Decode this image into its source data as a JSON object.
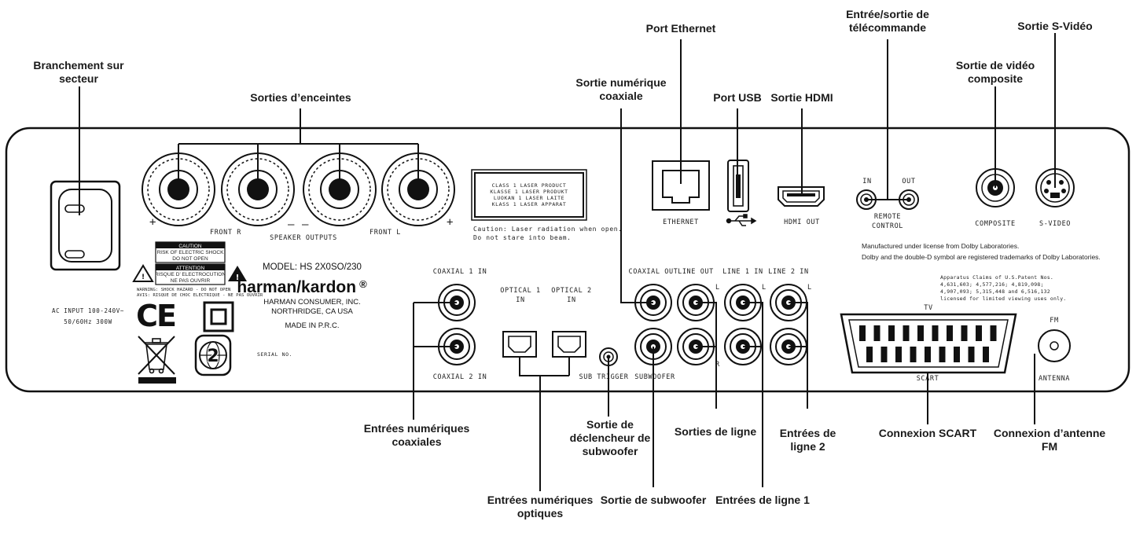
{
  "callouts": {
    "mains": [
      "Branchement sur",
      "secteur"
    ],
    "speakers": "Sorties d’enceintes",
    "coax_out": [
      "Sortie numérique",
      "coaxiale"
    ],
    "ethernet": "Port Ethernet",
    "usb": "Port USB",
    "hdmi": "Sortie HDMI",
    "remote": [
      "Entrée/sortie de",
      "télécommande"
    ],
    "composite": [
      "Sortie de vidéo",
      "composite"
    ],
    "svideo": "Sortie S-Vidéo",
    "coax_in": [
      "Entrées numériques",
      "coaxiales"
    ],
    "optical": [
      "Entrées numériques",
      "optiques"
    ],
    "sub_trigger": [
      "Sortie de",
      "déclencheur de",
      "subwoofer"
    ],
    "subwoofer": "Sortie de subwoofer",
    "line_out": "Sorties de ligne",
    "line1": "Entrées de ligne 1",
    "line2": [
      "Entrées de",
      "ligne 2"
    ],
    "scart": "Connexion SCART",
    "fm": [
      "Connexion d’antenne",
      "FM"
    ]
  },
  "panel": {
    "front_r": "FRONT R",
    "front_l": "FRONT L",
    "speaker_outputs": "SPEAKER OUTPUTS",
    "plus": "+",
    "minus": "–",
    "laser": [
      "CLASS 1 LASER PRODUCT",
      "KLASSE 1 LASER PRODUKT",
      "LUOKAN 1 LASER LAITE",
      "KLASS 1 LASER APPARAT"
    ],
    "caution": [
      "Caution: Laser radiation when open.",
      "Do not stare into beam."
    ],
    "ethernet": "ETHERNET",
    "hdmi_out": "HDMI OUT",
    "remote_in": "IN",
    "remote_out": "OUT",
    "remote_control": [
      "REMOTE",
      "CONTROL"
    ],
    "composite": "COMPOSITE",
    "svideo": "S-VIDEO",
    "dolby": [
      "Manufactured under license from Dolby Laboratories.",
      "Dolby and the double-D symbol are registered trademarks of Dolby Laboratories."
    ],
    "patents": [
      "Apparatus Claims of U.S.Patent Nos.",
      "4,631,603; 4,577,216; 4,819,098;",
      "4,907,093; 5,315,448 and 6,516,132",
      "licensed for limited viewing uses only."
    ],
    "tv": "TV",
    "scart": "SCART",
    "fm": "FM",
    "antenna": "ANTENNA",
    "coaxial1_in": "COAXIAL 1 IN",
    "coaxial2_in": "COAXIAL 2 IN",
    "optical1": [
      "OPTICAL 1",
      "IN"
    ],
    "optical2": [
      "OPTICAL 2",
      "IN"
    ],
    "sub_trigger": "SUB TRIGGER",
    "subwoofer": "SUBWOOFER",
    "coaxial_out": "COAXIAL OUT",
    "line_out": "LINE OUT",
    "line1_in": "LINE 1 IN",
    "line2_in": "LINE 2 IN",
    "ch_l": "L",
    "ch_r": "R",
    "model": "MODEL: HS 2X0SO/230",
    "brand": "harman/kardon",
    "reg": "®",
    "company": [
      "HARMAN CONSUMER, INC.",
      "NORTHRIDGE, CA USA"
    ],
    "made_in": "MADE IN P.R.C.",
    "ac_input": [
      "AC INPUT 100-240V~",
      "50/60Hz 300W"
    ],
    "caution_label": [
      "CAUTION",
      "RISK OF ELECTRIC SHOCK",
      "DO NOT OPEN"
    ],
    "attention_label": [
      "ATTENTION",
      "RISQUE D’ ELECTROCUTION",
      "NE PAS OUVRIR"
    ],
    "warning": [
      "WARNING: SHOCK HAZARD - DO NOT OPEN",
      "AVIS: RISQUE DE CHOC ELECTRIQUE - NE PAS OUVRIR"
    ],
    "ce": "CE",
    "region": "2",
    "serial": "SERIAL NO."
  }
}
